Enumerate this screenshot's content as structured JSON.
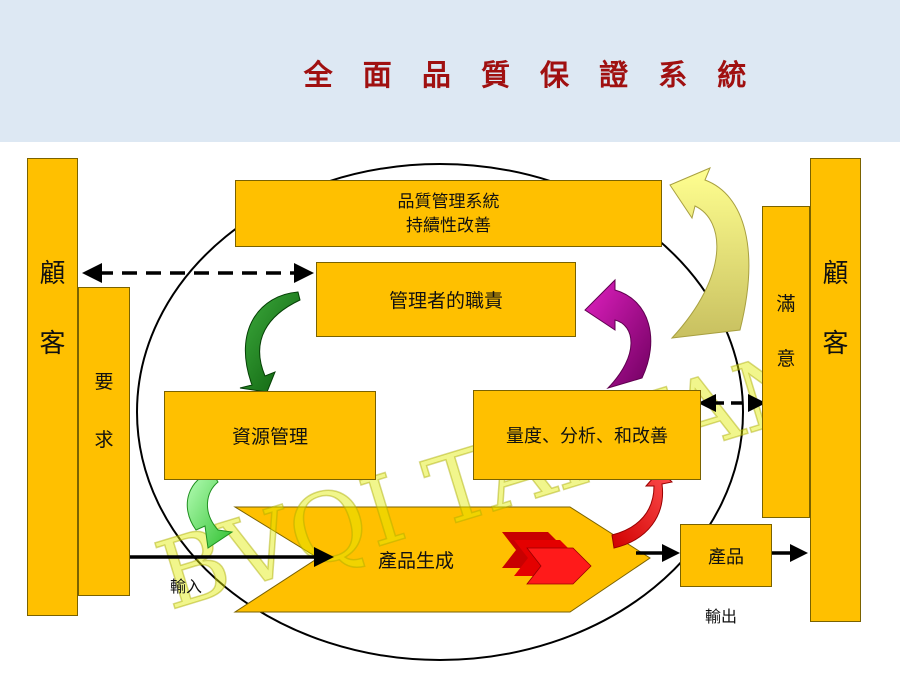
{
  "title": "全 面 品 質 保 證 系 統",
  "boxes": {
    "qms_line1": "品質管理系統",
    "qms_line2": "持續性改善",
    "management": "管理者的職責",
    "resources": "資源管理",
    "measurement": "量度、分析、和改善",
    "product_realization": "產品生成",
    "product": "產品"
  },
  "left_customer": [
    "顧",
    "客"
  ],
  "requirement": [
    "要",
    "求"
  ],
  "right_customer": [
    "顧",
    "客"
  ],
  "satisfaction": [
    "滿",
    "意"
  ],
  "labels": {
    "input": "輸入",
    "output": "輸出"
  },
  "watermark": "BVQI TAIWAN",
  "colors": {
    "box": "#ffc000",
    "title": "#a01010",
    "header": "#dde8f3"
  }
}
